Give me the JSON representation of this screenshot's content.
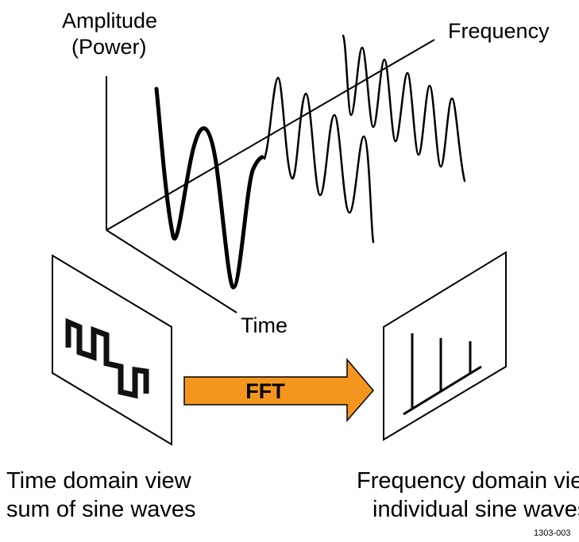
{
  "axes": {
    "amplitude_line1": "Amplitude",
    "amplitude_line2": "(Power)",
    "frequency": "Frequency",
    "time": "Time"
  },
  "arrow": {
    "label": "FFT",
    "fill_color": "#f4961e"
  },
  "captions": {
    "left_line1": "Time domain view",
    "left_line2": "sum of sine waves",
    "right_line1": "Frequency domain view",
    "right_line2": "individual sine waves"
  },
  "figure_code": "1303-003"
}
